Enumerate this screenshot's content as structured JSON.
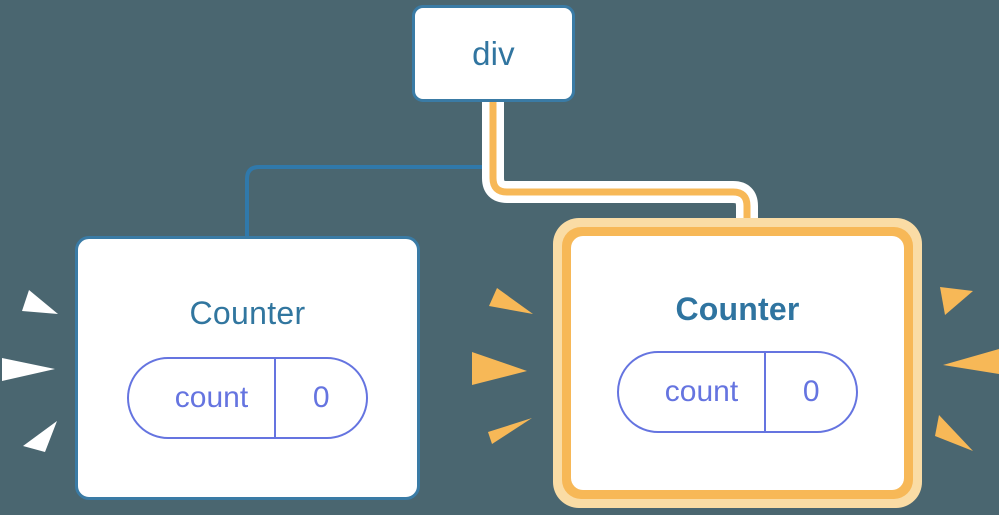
{
  "diagram": {
    "title": "React component tree re-render highlight",
    "background_color": "#4a6670"
  },
  "colors": {
    "background": "#4a6670",
    "node_border_blue": "#3a7ba5",
    "node_fill": "#ffffff",
    "title_blue": "#31769f",
    "pill_purple": "#6574e0",
    "highlight_orange": "#f7b857",
    "highlight_orange_soft": "#fadca5",
    "wire_blue": "#3079ab",
    "wire_orange": "#f7b857",
    "wire_halo": "#ffffff",
    "spark_white": "#ffffff",
    "spark_orange": "#f7b857"
  },
  "nodes": {
    "root": {
      "label": "div",
      "highlighted": false
    },
    "counter_left": {
      "title": "Counter",
      "highlighted": false,
      "state": {
        "key": "count",
        "value": "0"
      }
    },
    "counter_right": {
      "title": "Counter",
      "highlighted": true,
      "state": {
        "key": "count",
        "value": "0"
      }
    }
  },
  "connectors": [
    {
      "name": "root-to-counter-left",
      "color": "#3079ab",
      "highlighted": false
    },
    {
      "name": "root-to-counter-right",
      "color": "#f7b857",
      "highlighted": true
    }
  ],
  "sparkles": [
    {
      "name": "sparkle-left-outer",
      "color": "#ffffff",
      "direction": "left"
    },
    {
      "name": "sparkle-left-inner",
      "color": "#f7b857",
      "direction": "right"
    },
    {
      "name": "sparkle-right-outer",
      "color": "#f7b857",
      "direction": "left"
    }
  ]
}
